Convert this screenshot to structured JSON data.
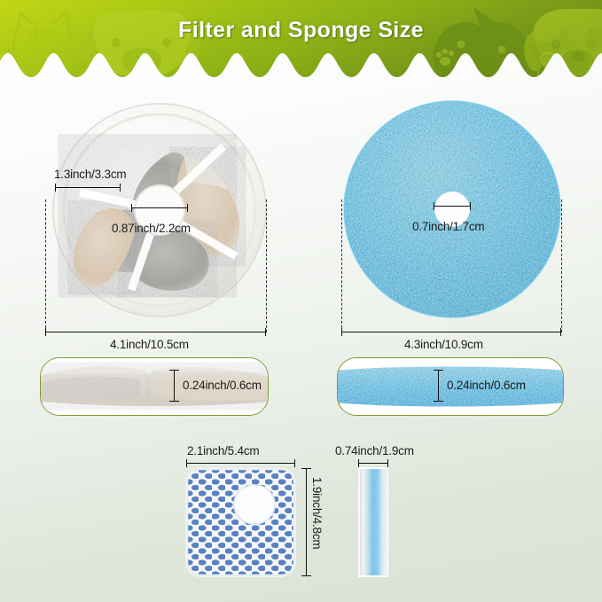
{
  "header": {
    "title": "Filter and Sponge Size",
    "gradient_from": "#b4cf15",
    "gradient_to": "#74941a",
    "wave_color": "#8fb311"
  },
  "page": {
    "background_top": "#ffffff",
    "background_bottom": "#dae3d6"
  },
  "products": {
    "carbon_filter": {
      "name": "round-carbon-filter",
      "outer_diameter": "4.1inch/10.5cm",
      "wedge_length": "1.3inch/3.3cm",
      "center_hole": "0.87inch/2.2cm",
      "thickness": "0.24inch/0.6cm",
      "body_color": "#f3f2ef",
      "carbon_color": "#b9b9b6",
      "resin_color": "#e8d9c6"
    },
    "blue_sponge": {
      "name": "round-blue-sponge",
      "outer_diameter": "4.3inch/10.9cm",
      "center_hole": "0.7inch/1.7cm",
      "thickness": "0.24inch/0.6cm",
      "body_color": "#5bc3ee"
    },
    "square_pad": {
      "name": "square-sponge-pad",
      "width": "2.1inch/5.4cm",
      "height": "1.9inch/4.8cm",
      "pattern_color": "#5b86c9"
    },
    "strip": {
      "name": "sponge-strip",
      "width": "0.74inch/1.9cm",
      "core_color": "#3aa9e8"
    }
  },
  "icons": {
    "cat_left": "cat-silhouette-icon",
    "dog_left": "dog-silhouette-icon",
    "dog_right_dark": "dog-cat-silhouette-icon",
    "dog_right_spotted": "spotted-dog-silhouette-icon",
    "paw": "paw-print-icon",
    "leaf": "leaf-icon"
  }
}
